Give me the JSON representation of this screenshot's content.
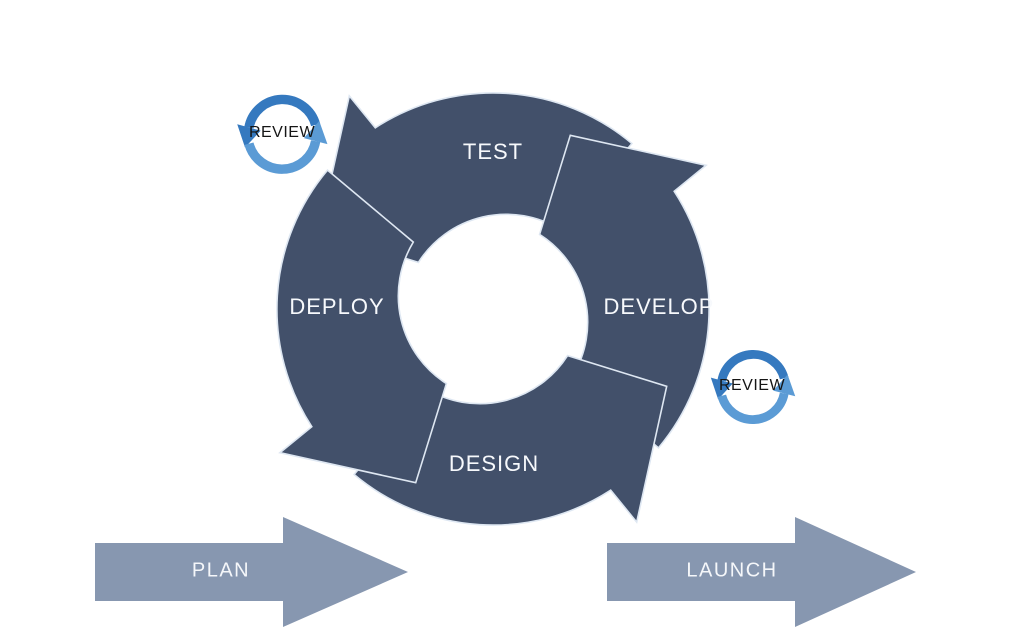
{
  "background_color": "#ffffff",
  "cycle": {
    "fill": "#42506A",
    "outline": "#DEE7F2",
    "label_color": "#F7F9FC",
    "steps": [
      {
        "label": "TEST"
      },
      {
        "label": "DEVELOP"
      },
      {
        "label": "DESIGN"
      },
      {
        "label": "DEPLOY"
      }
    ]
  },
  "review_loops": [
    {
      "label": "REVIEW"
    },
    {
      "label": "REVIEW"
    }
  ],
  "review_style": {
    "top_arc_color": "#3579BF",
    "bottom_arc_color": "#5B9BD5",
    "label_color": "#151515"
  },
  "flow_arrows": [
    {
      "label": "PLAN"
    },
    {
      "label": "LAUNCH"
    }
  ],
  "flow_style": {
    "fill": "#8797B0",
    "label_color": "#F5F7FA"
  }
}
